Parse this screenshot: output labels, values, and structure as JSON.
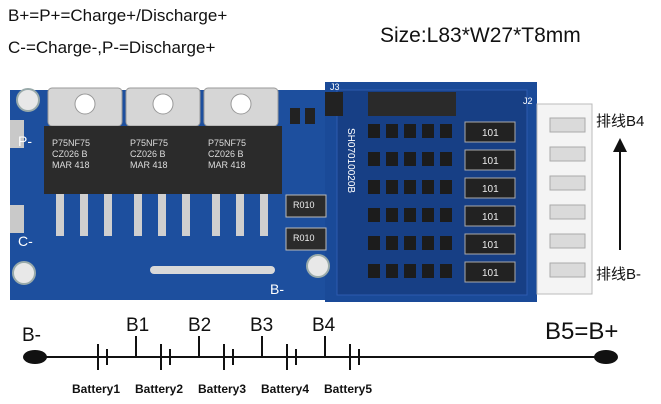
{
  "notes": {
    "line1": "B+=P+=Charge+/Discharge+",
    "line2": "C-=Charge-,P-=Discharge+",
    "size": "Size:L83*W27*T8mm"
  },
  "board_silkscreen": {
    "p_minus": "P-",
    "c_minus": "C-",
    "b_minus": "B-",
    "j3": "J3",
    "j2": "J2",
    "serial": "SH07010020B",
    "resistor_code": "R010"
  },
  "mosfets": [
    {
      "line1": "P75NF75",
      "line2": "CZ026 B",
      "line3": "MAR 418"
    },
    {
      "line1": "P75NF75",
      "line2": "CZ026 B",
      "line3": "MAR 418"
    },
    {
      "line1": "P75NF75",
      "line2": "CZ026 B",
      "line3": "MAR 418"
    }
  ],
  "smd_resistor_code": "101",
  "connector_labels": {
    "top": "排线B4",
    "bottom": "排线B-"
  },
  "wiring": {
    "start": "B-",
    "end": "B5=B+",
    "taps": [
      "B1",
      "B2",
      "B3",
      "B4"
    ],
    "batteries": [
      "Battery1",
      "Battery2",
      "Battery3",
      "Battery4",
      "Battery5"
    ]
  },
  "colors": {
    "pcb": "#1d4f9e",
    "pcb_edge": "#163f80",
    "metal": "#c8c8c8",
    "connector": "#f4f4f4"
  }
}
